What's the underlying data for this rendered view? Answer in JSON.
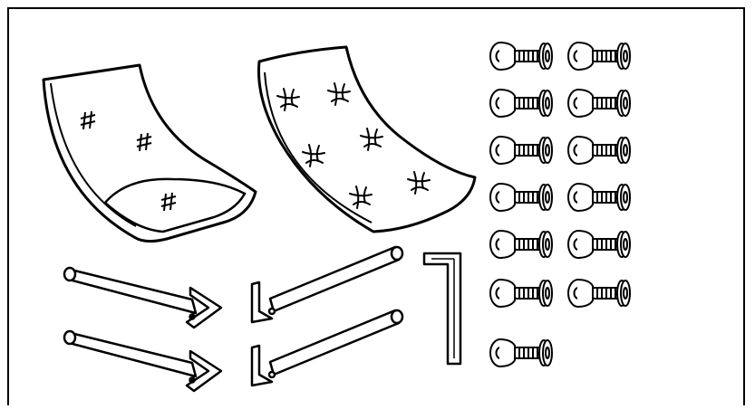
{
  "diagram": {
    "type": "assembly-parts-illustration",
    "colors": {
      "line": "#000000",
      "fill": "#ffffff"
    },
    "parts": [
      {
        "id": "seat-shell",
        "count": 1,
        "icon": "curved-seat-shell-icon"
      },
      {
        "id": "seat-cushion",
        "count": 1,
        "icon": "tufted-cushion-icon"
      },
      {
        "id": "leg-tube-right",
        "count": 2,
        "icon": "leg-tube-icon"
      },
      {
        "id": "leg-tube-left",
        "count": 2,
        "icon": "leg-tube-icon"
      },
      {
        "id": "allen-key",
        "count": 1,
        "icon": "hex-key-icon"
      },
      {
        "id": "screw-with-washer",
        "count": 13,
        "icon": "hex-socket-screw-icon"
      }
    ]
  }
}
